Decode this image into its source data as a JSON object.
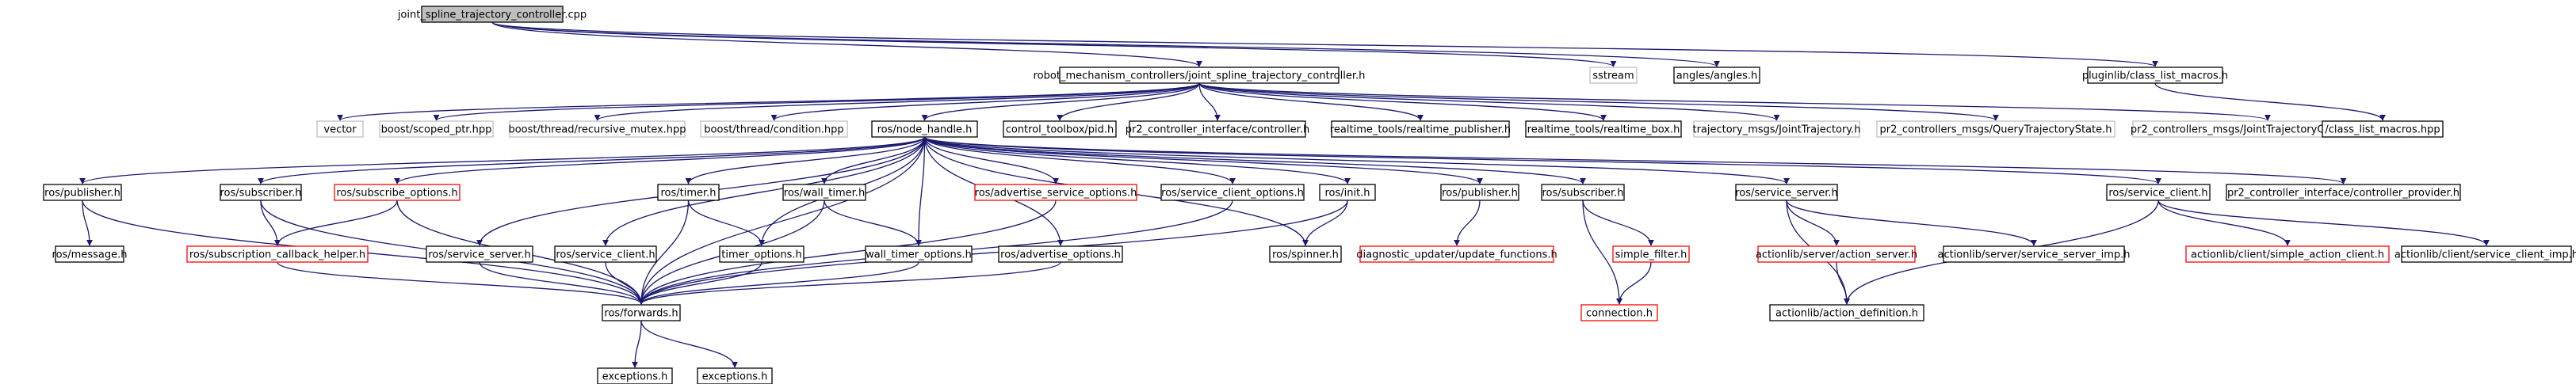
{
  "colors": {
    "edge": "#191970",
    "root_fill": "#bfbfbf",
    "node_border": "#000000",
    "ext_border": "#bfbfbf",
    "missing_border": "#ff0000"
  },
  "nodes": {
    "root": {
      "label": "joint_spline_trajectory_controller.cpp",
      "kind": "root"
    },
    "jstch": {
      "label": "robot_mechanism_controllers/joint_spline_trajectory_controller.h",
      "kind": "normal"
    },
    "sstream": {
      "label": "sstream",
      "kind": "ext"
    },
    "angles": {
      "label": "angles/angles.h",
      "kind": "normal"
    },
    "pluginlib": {
      "label": "pluginlib/class_list_macros.h",
      "kind": "normal"
    },
    "vector": {
      "label": "vector",
      "kind": "ext"
    },
    "scoped_ptr": {
      "label": "boost/scoped_ptr.hpp",
      "kind": "ext"
    },
    "rec_mutex": {
      "label": "boost/thread/recursive_mutex.hpp",
      "kind": "ext"
    },
    "condition": {
      "label": "boost/thread/condition.hpp",
      "kind": "ext"
    },
    "node_handle": {
      "label": "ros/node_handle.h",
      "kind": "normal"
    },
    "pid": {
      "label": "control_toolbox/pid.h",
      "kind": "normal"
    },
    "pr2_controller": {
      "label": "pr2_controller_interface/controller.h",
      "kind": "normal"
    },
    "rt_publisher": {
      "label": "realtime_tools/realtime_publisher.h",
      "kind": "normal"
    },
    "rt_box": {
      "label": "realtime_tools/realtime_box.h",
      "kind": "normal"
    },
    "joint_traj": {
      "label": "trajectory_msgs/JointTrajectory.h",
      "kind": "ext"
    },
    "query_state": {
      "label": "pr2_controllers_msgs/QueryTrajectoryState.h",
      "kind": "ext"
    },
    "jtc_state": {
      "label": "pr2_controllers_msgs/JointTrajectoryControllerState.h",
      "kind": "ext"
    },
    "class_list_hpp": {
      "label": "/class_list_macros.hpp",
      "kind": "normal"
    },
    "publisher_a": {
      "label": "ros/publisher.h",
      "kind": "normal"
    },
    "message": {
      "label": "ros/message.h",
      "kind": "normal"
    },
    "subscriber_a": {
      "label": "ros/subscriber.h",
      "kind": "normal"
    },
    "subscribe_opts": {
      "label": "ros/subscribe_options.h",
      "kind": "missing"
    },
    "sub_cb_helper": {
      "label": "ros/subscription_callback_helper.h",
      "kind": "missing"
    },
    "service_server_a": {
      "label": "ros/service_server.h",
      "kind": "normal"
    },
    "service_client_a": {
      "label": "ros/service_client.h",
      "kind": "normal"
    },
    "timer": {
      "label": "ros/timer.h",
      "kind": "normal"
    },
    "timer_opts": {
      "label": "timer_options.h",
      "kind": "normal"
    },
    "wall_timer": {
      "label": "ros/wall_timer.h",
      "kind": "normal"
    },
    "wall_timer_opts": {
      "label": "wall_timer_options.h",
      "kind": "normal"
    },
    "adv_srv_opts": {
      "label": "ros/advertise_service_options.h",
      "kind": "missing"
    },
    "adv_opts": {
      "label": "ros/advertise_options.h",
      "kind": "normal"
    },
    "srv_client_opts": {
      "label": "ros/service_client_options.h",
      "kind": "normal"
    },
    "init": {
      "label": "ros/init.h",
      "kind": "normal"
    },
    "spinner": {
      "label": "ros/spinner.h",
      "kind": "normal"
    },
    "publisher_b": {
      "label": "ros/publisher.h",
      "kind": "normal"
    },
    "diag_update": {
      "label": "diagnostic_updater/update_functions.h",
      "kind": "missing"
    },
    "subscriber_b": {
      "label": "ros/subscriber.h",
      "kind": "normal"
    },
    "simple_filter": {
      "label": "simple_filter.h",
      "kind": "missing"
    },
    "connection": {
      "label": "connection.h",
      "kind": "missing"
    },
    "service_server_b": {
      "label": "ros/service_server.h",
      "kind": "normal"
    },
    "action_server": {
      "label": "actionlib/server/action_server.h",
      "kind": "missing"
    },
    "service_server_imp": {
      "label": "actionlib/server/service_server_imp.h",
      "kind": "normal"
    },
    "action_def": {
      "label": "actionlib/action_definition.h",
      "kind": "normal"
    },
    "service_client_b": {
      "label": "ros/service_client.h",
      "kind": "normal"
    },
    "simple_action_client": {
      "label": "actionlib/client/simple_action_client.h",
      "kind": "missing"
    },
    "service_client_imp": {
      "label": "actionlib/client/service_client_imp.h",
      "kind": "normal"
    },
    "controller_provider": {
      "label": "pr2_controller_interface/controller_provider.h",
      "kind": "normal"
    },
    "forwards": {
      "label": "ros/forwards.h",
      "kind": "normal"
    },
    "exceptions_a": {
      "label": "exceptions.h",
      "kind": "normal"
    },
    "exceptions_b": {
      "label": "exceptions.h",
      "kind": "normal"
    }
  },
  "edges": [
    [
      "root",
      "jstch"
    ],
    [
      "root",
      "sstream"
    ],
    [
      "root",
      "angles"
    ],
    [
      "root",
      "pluginlib"
    ],
    [
      "pluginlib",
      "class_list_hpp"
    ],
    [
      "jstch",
      "vector"
    ],
    [
      "jstch",
      "scoped_ptr"
    ],
    [
      "jstch",
      "rec_mutex"
    ],
    [
      "jstch",
      "condition"
    ],
    [
      "jstch",
      "node_handle"
    ],
    [
      "jstch",
      "pid"
    ],
    [
      "jstch",
      "pr2_controller"
    ],
    [
      "jstch",
      "rt_publisher"
    ],
    [
      "jstch",
      "rt_box"
    ],
    [
      "jstch",
      "joint_traj"
    ],
    [
      "jstch",
      "query_state"
    ],
    [
      "jstch",
      "jtc_state"
    ],
    [
      "node_handle",
      "forwards"
    ],
    [
      "node_handle",
      "publisher_a"
    ],
    [
      "node_handle",
      "subscriber_a"
    ],
    [
      "node_handle",
      "subscribe_opts"
    ],
    [
      "node_handle",
      "service_server_a"
    ],
    [
      "node_handle",
      "service_client_a"
    ],
    [
      "node_handle",
      "timer"
    ],
    [
      "node_handle",
      "timer_opts"
    ],
    [
      "node_handle",
      "wall_timer"
    ],
    [
      "node_handle",
      "wall_timer_opts"
    ],
    [
      "node_handle",
      "adv_srv_opts"
    ],
    [
      "node_handle",
      "adv_opts"
    ],
    [
      "node_handle",
      "srv_client_opts"
    ],
    [
      "node_handle",
      "init"
    ],
    [
      "node_handle",
      "spinner"
    ],
    [
      "node_handle",
      "publisher_b"
    ],
    [
      "node_handle",
      "subscriber_b"
    ],
    [
      "node_handle",
      "service_server_b"
    ],
    [
      "node_handle",
      "service_client_b"
    ],
    [
      "node_handle",
      "controller_provider"
    ],
    [
      "publisher_a",
      "message"
    ],
    [
      "publisher_a",
      "forwards"
    ],
    [
      "subscriber_a",
      "sub_cb_helper"
    ],
    [
      "subscriber_a",
      "forwards"
    ],
    [
      "subscribe_opts",
      "sub_cb_helper"
    ],
    [
      "subscribe_opts",
      "forwards"
    ],
    [
      "sub_cb_helper",
      "forwards"
    ],
    [
      "service_server_a",
      "forwards"
    ],
    [
      "service_client_a",
      "forwards"
    ],
    [
      "timer",
      "timer_opts"
    ],
    [
      "timer",
      "forwards"
    ],
    [
      "timer_opts",
      "forwards"
    ],
    [
      "wall_timer",
      "wall_timer_opts"
    ],
    [
      "wall_timer",
      "forwards"
    ],
    [
      "wall_timer_opts",
      "forwards"
    ],
    [
      "adv_srv_opts",
      "forwards"
    ],
    [
      "adv_opts",
      "forwards"
    ],
    [
      "srv_client_opts",
      "forwards"
    ],
    [
      "init",
      "spinner"
    ],
    [
      "init",
      "forwards"
    ],
    [
      "publisher_b",
      "diag_update"
    ],
    [
      "subscriber_b",
      "simple_filter"
    ],
    [
      "subscriber_b",
      "connection"
    ],
    [
      "simple_filter",
      "connection"
    ],
    [
      "service_server_b",
      "action_server"
    ],
    [
      "service_server_b",
      "service_server_imp"
    ],
    [
      "service_server_b",
      "action_def"
    ],
    [
      "action_server",
      "action_def"
    ],
    [
      "service_client_b",
      "simple_action_client"
    ],
    [
      "service_client_b",
      "service_client_imp"
    ],
    [
      "service_client_b",
      "action_def"
    ],
    [
      "forwards",
      "exceptions_a"
    ],
    [
      "forwards",
      "exceptions_b"
    ]
  ]
}
